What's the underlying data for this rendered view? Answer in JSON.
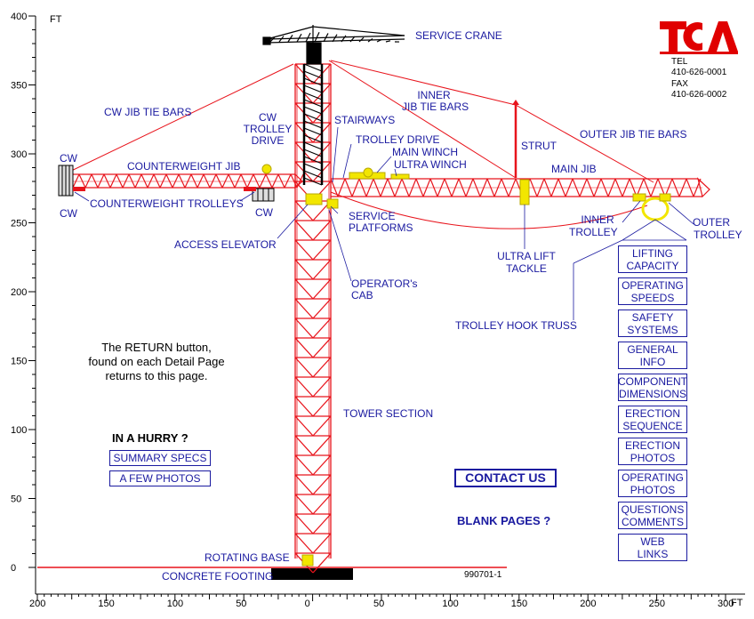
{
  "axis": {
    "y_unit": "FT",
    "x_unit": "FT",
    "y_ticks": [
      "400",
      "350",
      "300",
      "250",
      "200",
      "150",
      "100",
      "50",
      "0"
    ],
    "x_ticks": [
      "200",
      "150",
      "100",
      "50",
      "0",
      "50",
      "100",
      "150",
      "200",
      "250",
      "300"
    ]
  },
  "labels": {
    "service_crane": "SERVICE CRANE",
    "cw_jib_tie_bars": "CW JIB TIE BARS",
    "inner_jib_tie_bars_1": "INNER",
    "inner_jib_tie_bars_2": "JIB TIE BARS",
    "cw_trolley_drive_1": "CW",
    "cw_trolley_drive_2": "TROLLEY",
    "cw_trolley_drive_3": "DRIVE",
    "stairways": "STAIRWAYS",
    "trolley_drive": "TROLLEY DRIVE",
    "main_winch": "MAIN WINCH",
    "ultra_winch": "ULTRA WINCH",
    "strut": "STRUT",
    "outer_jib_tie_bars": "OUTER JIB TIE BARS",
    "counterweight_jib": "COUNTERWEIGHT JIB",
    "main_jib": "MAIN JIB",
    "cw_top": "CW",
    "cw_bottom_left": "CW",
    "cw_bottom_right": "CW",
    "counterweight_trolleys": "COUNTERWEIGHT TROLLEYS",
    "service_platforms_1": "SERVICE",
    "service_platforms_2": "PLATFORMS",
    "inner_trolley_1": "INNER",
    "inner_trolley_2": "TROLLEY",
    "outer_trolley_1": "OUTER",
    "outer_trolley_2": "TROLLEY",
    "access_elevator": "ACCESS ELEVATOR",
    "ultra_lift_tackle_1": "ULTRA LIFT",
    "ultra_lift_tackle_2": "TACKLE",
    "operators_cab_1": "OPERATOR's",
    "operators_cab_2": "CAB",
    "trolley_hook_truss": "TROLLEY HOOK TRUSS",
    "tower_section": "TOWER SECTION",
    "rotating_base": "ROTATING BASE",
    "concrete_footing": "CONCRETE FOOTING",
    "drawing_number": "990701-1"
  },
  "note": {
    "line1": "The RETURN button,",
    "line2": "found on each Detail Page",
    "line3": "returns to this page."
  },
  "company": {
    "logo_text": "TCA",
    "tel_label": "TEL",
    "tel": "410-626-0001",
    "fax_label": "FAX",
    "fax": "410-626-0002",
    "brand_color": "#e00000"
  },
  "hurry": {
    "title": "IN A HURRY ?",
    "summary": "SUMMARY SPECS",
    "photos": "A FEW PHOTOS"
  },
  "contact_us": "CONTACT US",
  "blank_pages": "BLANK PAGES ?",
  "nav": [
    {
      "l1": "LIFTING",
      "l2": "CAPACITY"
    },
    {
      "l1": "OPERATING",
      "l2": "SPEEDS"
    },
    {
      "l1": "SAFETY",
      "l2": "SYSTEMS"
    },
    {
      "l1": "GENERAL",
      "l2": "INFO"
    },
    {
      "l1": "COMPONENT",
      "l2": "DIMENSIONS"
    },
    {
      "l1": "ERECTION",
      "l2": "SEQUENCE"
    },
    {
      "l1": "ERECTION",
      "l2": "PHOTOS"
    },
    {
      "l1": "OPERATING",
      "l2": "PHOTOS"
    },
    {
      "l1": "QUESTIONS",
      "l2": "COMMENTS"
    },
    {
      "l1": "WEB",
      "l2": "LINKS"
    }
  ],
  "colors": {
    "crane_red": "#e8141c",
    "label_blue": "#1a1aa0",
    "hardware_yellow": "#f2e600"
  }
}
